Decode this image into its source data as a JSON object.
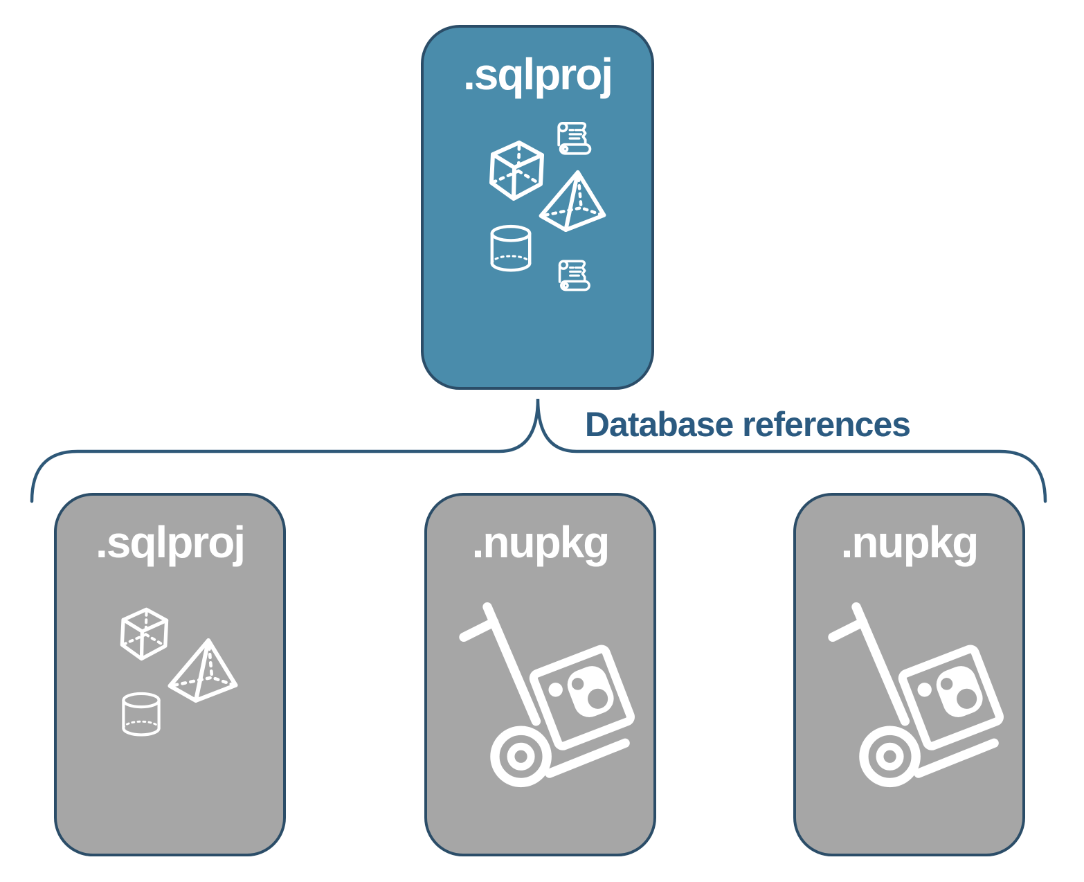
{
  "diagram": {
    "parent_card": {
      "label": ".sqlproj",
      "kind": "sqlproj"
    },
    "connector": {
      "label": "Database references"
    },
    "child_cards": [
      {
        "label": ".sqlproj",
        "kind": "sqlproj"
      },
      {
        "label": ".nupkg",
        "kind": "nupkg"
      },
      {
        "label": ".nupkg",
        "kind": "nupkg"
      }
    ],
    "icon_names": {
      "parent_card": [
        "cube-icon",
        "script-scroll-icon",
        "pyramid-icon",
        "database-cylinder-icon",
        "script-scroll-icon"
      ],
      "sqlproj_card": [
        "cube-icon",
        "pyramid-icon",
        "database-cylinder-icon"
      ],
      "nupkg_card": [
        "package-hand-truck-icon"
      ]
    },
    "colors": {
      "background": "#ffffff",
      "parent_fill": "#4a8cab",
      "child_fill": "#a6a6a6",
      "card_border": "#2b4d68",
      "connector_stroke": "#2e5878",
      "connector_label_text": "#2b5a80",
      "icon_stroke": "#ffffff"
    }
  }
}
